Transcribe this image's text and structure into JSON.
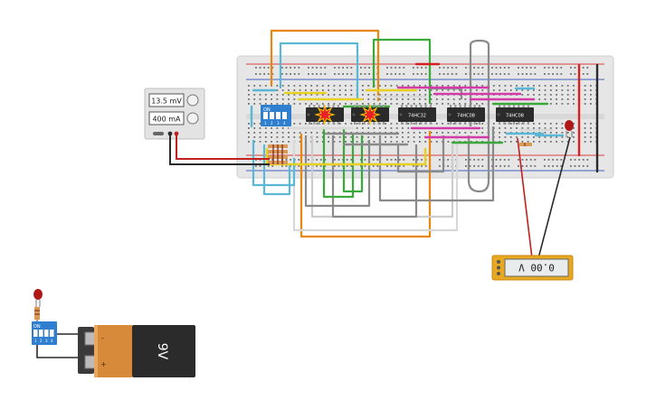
{
  "power_supply": {
    "voltage_display": "13.5 mV",
    "current_display": "400 mA"
  },
  "multimeter": {
    "reading": "0.00 V"
  },
  "battery": {
    "label": "9V",
    "minus_symbol": "-",
    "plus_symbol": "+"
  },
  "dip_switch": {
    "on_label": "ON",
    "numbers": [
      "1",
      "2",
      "3",
      "4"
    ]
  },
  "chips": [
    {
      "label": "",
      "exploded": true
    },
    {
      "label": "",
      "exploded": true
    },
    {
      "label": "74HC32",
      "exploded": false
    },
    {
      "label": "74HC08",
      "exploded": false
    },
    {
      "label": "74HC08",
      "exploded": false
    }
  ],
  "colors": {
    "breadboard": "#e5e5e5",
    "chip": "#2b2b2b",
    "explosion": "#e8202a",
    "wire_orange": "#e8870e",
    "wire_cyan": "#5ab7d6",
    "wire_green": "#3aa83a",
    "wire_gray": "#888888",
    "wire_magenta": "#d43aa8",
    "wire_yellow": "#e8d020",
    "wire_red": "#d42020",
    "wire_black": "#2a2a2a",
    "dip_blue": "#2f7fd1",
    "battery_orange": "#d68a3a",
    "multimeter_yellow": "#e8a820"
  }
}
